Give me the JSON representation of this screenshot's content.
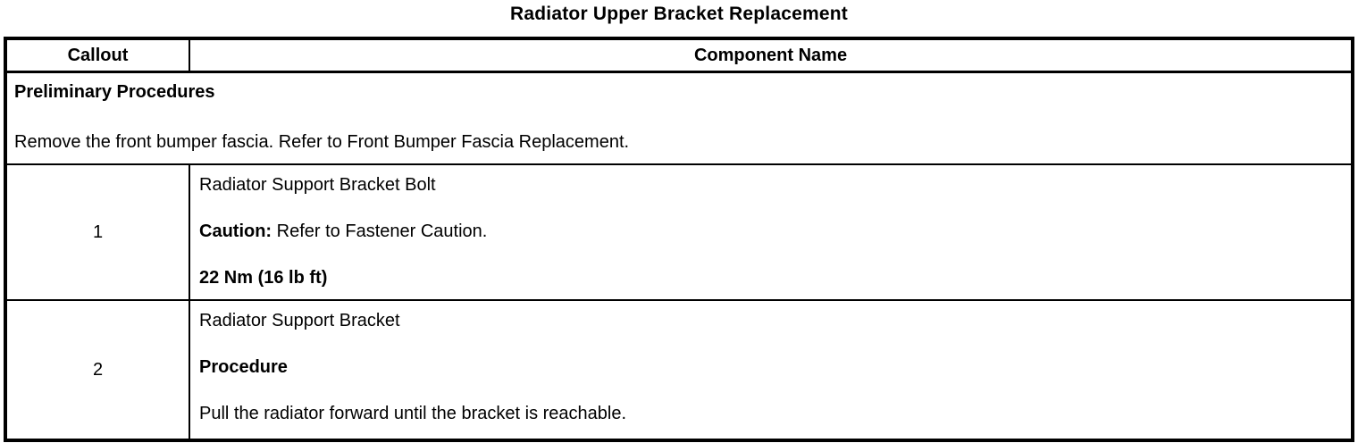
{
  "page": {
    "title": "Radiator Upper Bracket Replacement"
  },
  "table": {
    "header": {
      "callout": "Callout",
      "component": "Component Name"
    },
    "preliminary": {
      "heading": "Preliminary Procedures",
      "body": "Remove the front bumper fascia. Refer to Front Bumper Fascia Replacement."
    },
    "rows": [
      {
        "callout": "1",
        "component_name": "Radiator Support Bracket Bolt",
        "note_label": "Caution:",
        "note_text": " Refer to Fastener Caution.",
        "torque": "22 Nm (16 lb ft)"
      },
      {
        "callout": "2",
        "component_name": "Radiator Support Bracket",
        "note_label": "Procedure",
        "instruction": "Pull the radiator forward until the bracket is reachable."
      }
    ]
  }
}
